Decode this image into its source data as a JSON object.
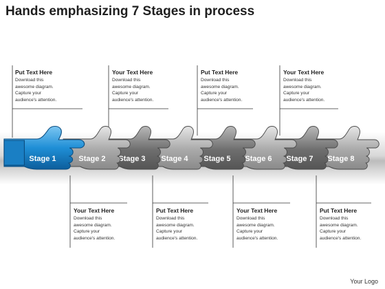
{
  "title": "Hands emphasizing 7 Stages in process",
  "stages": [
    "Stage 1",
    "Stage 2",
    "Stage 3",
    "Stage 4",
    "Stage 5",
    "Stage 6",
    "Stage 7",
    "Stage 8"
  ],
  "notes_top": [
    {
      "heading": "Put Text Here",
      "body": "Download this\nawesome diagram.\nCapture your\naudience's attention."
    },
    {
      "heading": "Your Text Here",
      "body": "Download this\nawesome diagram.\nCapture your\naudience's attention."
    },
    {
      "heading": "Put Text Here",
      "body": "Download this\nawesome diagram.\nCapture your\naudience's attention."
    },
    {
      "heading": "Your Text Here",
      "body": "Download this\nawesome diagram.\nCapture your\naudience's attention."
    }
  ],
  "notes_bottom": [
    {
      "heading": "Your Text Here",
      "body": "Download this\nawesome diagram.\nCapture your\naudience's attention."
    },
    {
      "heading": "Put Text Here",
      "body": "Download this\nawesome diagram.\nCapture your\naudience's attention."
    },
    {
      "heading": "Your Text Here",
      "body": "Download this\nawesome diagram.\nCapture your\naudience's attention."
    },
    {
      "heading": "Put Text Here",
      "body": "Download this\nawesome diagram.\nCapture your\naudience's attention."
    }
  ],
  "logo": "Your Logo",
  "colors": {
    "highlight_hand": "#1f8fd6",
    "hand_gray_light": "#d4d4d4",
    "hand_gray_dark": "#6e6e6e",
    "stage_label": "#ffffff",
    "leader_line": "#333333"
  }
}
